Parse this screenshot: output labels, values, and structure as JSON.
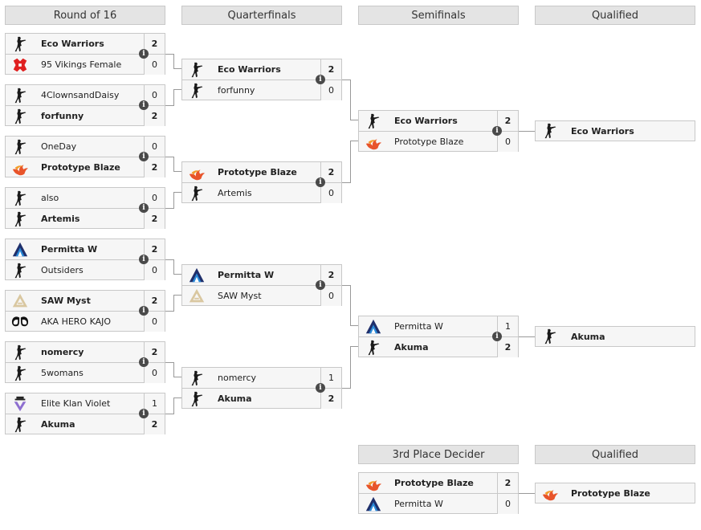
{
  "headers": {
    "r16": "Round of 16",
    "qf": "Quarterfinals",
    "sf": "Semifinals",
    "qualified": "Qualified",
    "third": "3rd Place Decider",
    "qualified2": "Qualified"
  },
  "icons": {
    "soldier": "cs-soldier-icon",
    "vikings": "vikings-axe-icon",
    "blaze": "phoenix-flame-icon",
    "permitta": "triangle-mountain-icon",
    "saw": "saw-triangle-icon",
    "hero": "mask-eyes-icon",
    "elite": "hat-v-icon"
  },
  "colors": {
    "header_bg": "#e4e4e4",
    "cell_bg": "#f6f6f6",
    "border": "#c8c8c8",
    "connector": "#999999"
  },
  "r16": [
    {
      "t1": "Eco Warriors",
      "s1": "2",
      "t2": "95 Vikings Female",
      "s2": "0"
    },
    {
      "t1": "4ClownsandDaisy",
      "s1": "0",
      "t2": "forfunny",
      "s2": "2"
    },
    {
      "t1": "OneDay",
      "s1": "0",
      "t2": "Prototype Blaze",
      "s2": "2"
    },
    {
      "t1": "also",
      "s1": "0",
      "t2": "Artemis",
      "s2": "2"
    },
    {
      "t1": "Permitta W",
      "s1": "2",
      "t2": "Outsiders",
      "s2": "0"
    },
    {
      "t1": "SAW Myst",
      "s1": "2",
      "t2": "AKA HERO KAJO",
      "s2": "0"
    },
    {
      "t1": "nomercy",
      "s1": "2",
      "t2": "5womans",
      "s2": "0"
    },
    {
      "t1": "Elite Klan Violet",
      "s1": "1",
      "t2": "Akuma",
      "s2": "2"
    }
  ],
  "qf": [
    {
      "t1": "Eco Warriors",
      "s1": "2",
      "t2": "forfunny",
      "s2": "0"
    },
    {
      "t1": "Prototype Blaze",
      "s1": "2",
      "t2": "Artemis",
      "s2": "0"
    },
    {
      "t1": "Permitta W",
      "s1": "2",
      "t2": "SAW Myst",
      "s2": "0"
    },
    {
      "t1": "nomercy",
      "s1": "1",
      "t2": "Akuma",
      "s2": "2"
    }
  ],
  "sf": [
    {
      "t1": "Eco Warriors",
      "s1": "2",
      "t2": "Prototype Blaze",
      "s2": "0"
    },
    {
      "t1": "Permitta W",
      "s1": "1",
      "t2": "Akuma",
      "s2": "2"
    }
  ],
  "qualified": [
    "Eco Warriors",
    "Akuma"
  ],
  "third": {
    "t1": "Prototype Blaze",
    "s1": "2",
    "t2": "Permitta W",
    "s2": "0"
  },
  "third_qualified": "Prototype Blaze",
  "info_glyph": "i"
}
